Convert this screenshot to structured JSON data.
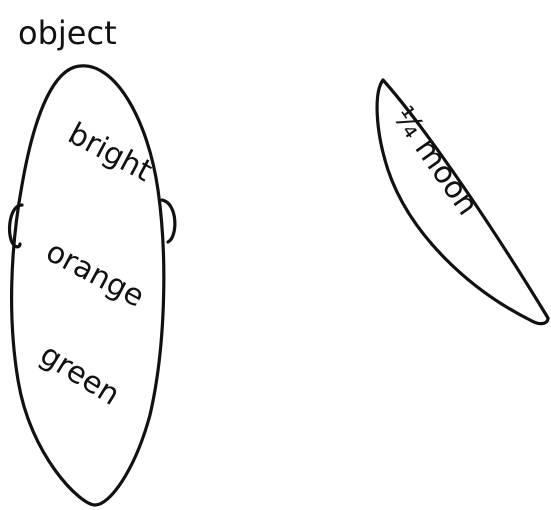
{
  "sketch": {
    "object": {
      "title": "object",
      "labels": [
        "bright",
        "orange",
        "green"
      ]
    },
    "moon": {
      "label": "¼ moon"
    },
    "ink_color": "#111111",
    "background": "#ffffff"
  }
}
